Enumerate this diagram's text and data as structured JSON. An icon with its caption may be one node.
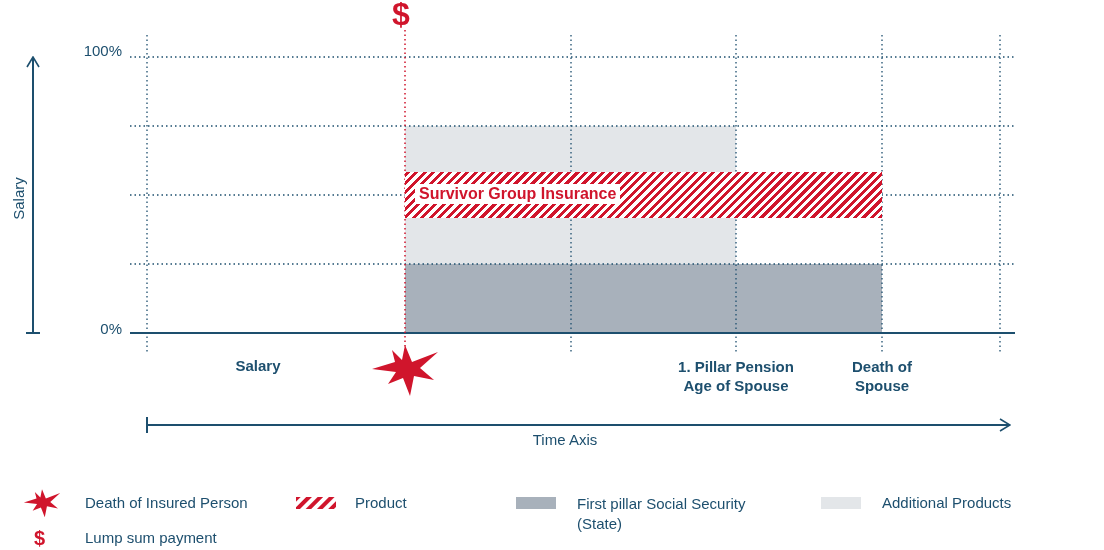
{
  "diagram": {
    "nodes": [
      {
        "text": [
          "Survivor Group Insurance"
        ]
      },
      {
        "text": [],
        "shape": "bar"
      },
      {
        "text": [],
        "shape": "bar"
      }
    ],
    "labels": [
      "$",
      "100%",
      "0%",
      "Salary",
      "Salary",
      "1. Pillar Pension Age of Spouse",
      "Death of Spouse",
      "Time Axis",
      "$"
    ],
    "legend": [
      {
        "text": "Death of Insured Person"
      },
      {
        "text": "Product"
      },
      {
        "text": "First pillar Social Security (State)",
        "color": "#a8b1bb"
      },
      {
        "text": "Additional Products",
        "color": "#e3e6e9"
      },
      {
        "text": "Lump sum payment"
      }
    ]
  }
}
